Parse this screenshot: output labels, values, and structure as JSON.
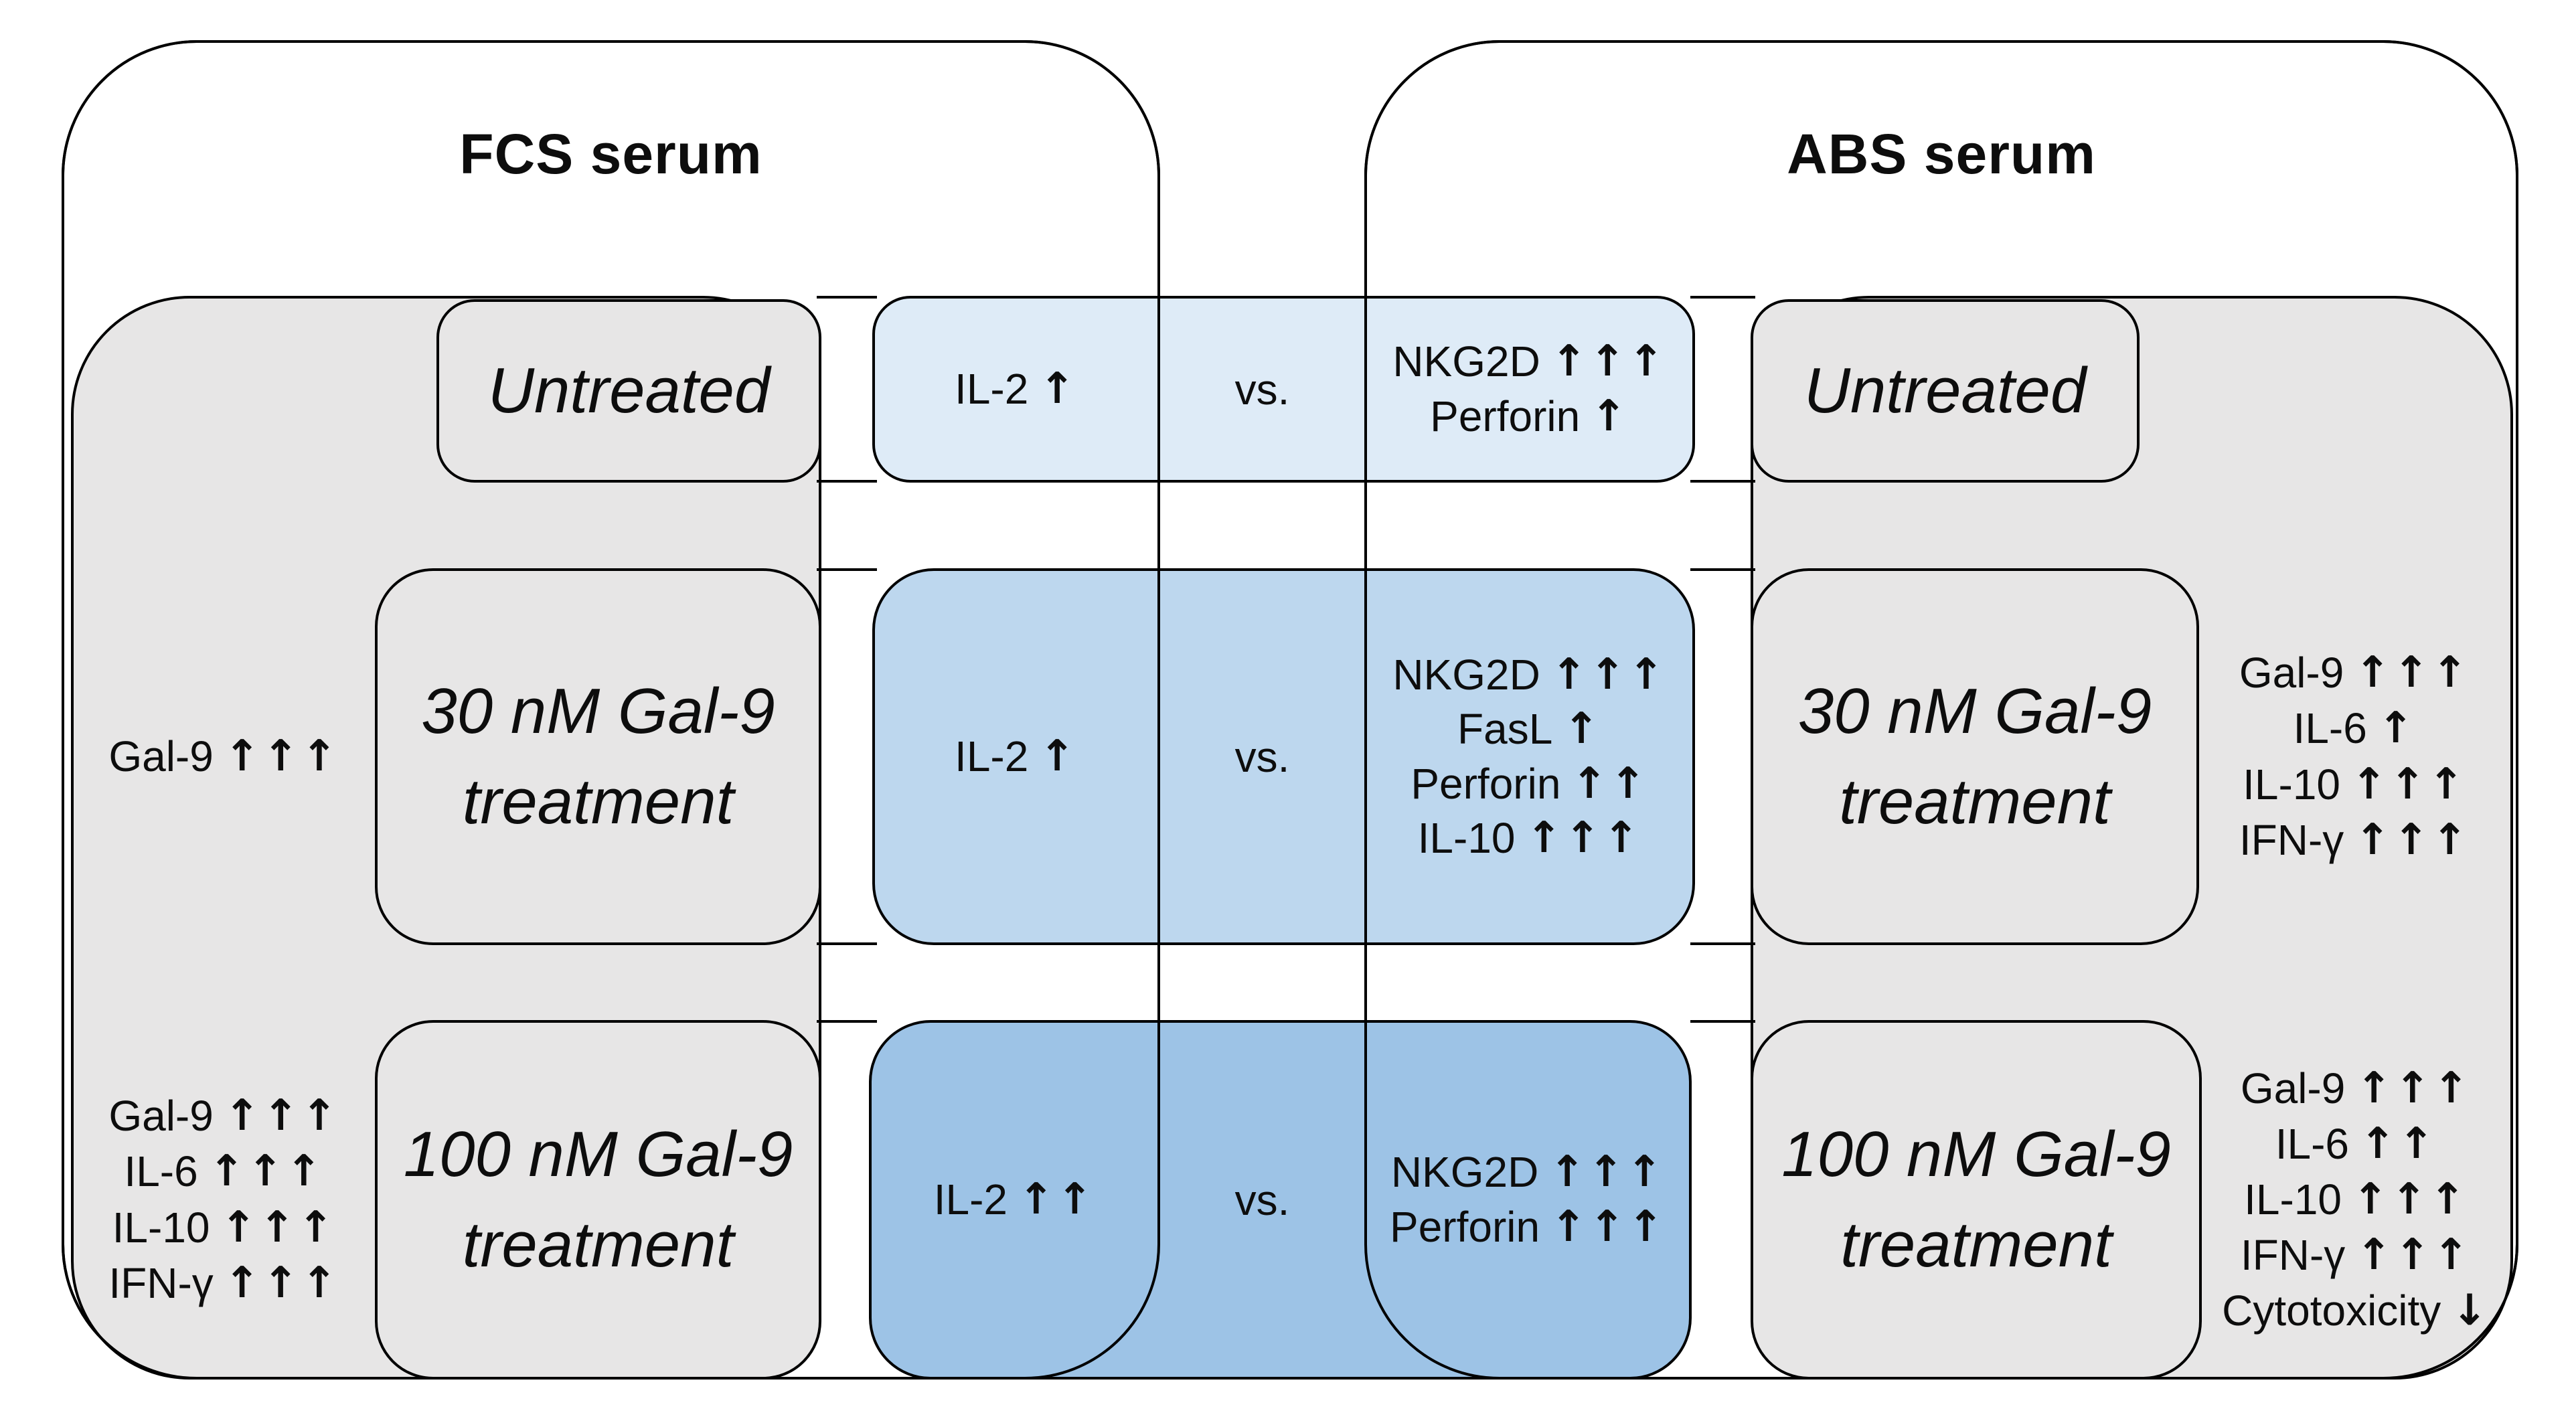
{
  "figure": {
    "left_group": {
      "title": "FCS serum"
    },
    "right_group": {
      "title": "ABS serum"
    },
    "rows": [
      {
        "left_condition": {
          "label": "Untreated"
        },
        "right_condition": {
          "label": "Untreated"
        },
        "comparison": {
          "left_markers": [
            {
              "name": "IL-2",
              "arrows": "↑"
            }
          ],
          "vs_label": "vs.",
          "right_markers": [
            {
              "name": "NKG2D",
              "arrows": "↑↑↑"
            },
            {
              "name": "Perforin",
              "arrows": "↑"
            }
          ]
        },
        "left_annotations": [],
        "right_annotations": []
      },
      {
        "left_condition": {
          "line1": "30 nM Gal-9",
          "line2": "treatment"
        },
        "right_condition": {
          "line1": "30 nM Gal-9",
          "line2": "treatment"
        },
        "comparison": {
          "left_markers": [
            {
              "name": "IL-2",
              "arrows": "↑"
            }
          ],
          "vs_label": "vs.",
          "right_markers": [
            {
              "name": "NKG2D",
              "arrows": "↑↑↑"
            },
            {
              "name": "FasL",
              "arrows": "↑"
            },
            {
              "name": "Perforin",
              "arrows": "↑↑"
            },
            {
              "name": "IL-10",
              "arrows": "↑↑↑"
            }
          ]
        },
        "left_annotations": [
          {
            "name": "Gal-9",
            "arrows": "↑↑↑"
          }
        ],
        "right_annotations": [
          {
            "name": "Gal-9",
            "arrows": "↑↑↑"
          },
          {
            "name": "IL-6",
            "arrows": "↑"
          },
          {
            "name": "IL-10",
            "arrows": "↑↑↑"
          },
          {
            "name": "IFN-γ",
            "arrows": "↑↑↑"
          }
        ]
      },
      {
        "left_condition": {
          "line1": "100 nM Gal-9",
          "line2": "treatment"
        },
        "right_condition": {
          "line1": "100 nM Gal-9",
          "line2": "treatment"
        },
        "comparison": {
          "left_markers": [
            {
              "name": "IL-2",
              "arrows": "↑↑"
            }
          ],
          "vs_label": "vs.",
          "right_markers": [
            {
              "name": "NKG2D",
              "arrows": "↑↑↑"
            },
            {
              "name": "Perforin",
              "arrows": "↑↑↑"
            }
          ]
        },
        "left_annotations": [
          {
            "name": "Gal-9",
            "arrows": "↑↑↑"
          },
          {
            "name": "IL-6",
            "arrows": "↑↑↑"
          },
          {
            "name": "IL-10",
            "arrows": "↑↑↑"
          },
          {
            "name": "IFN-γ",
            "arrows": "↑↑↑"
          }
        ],
        "right_annotations": [
          {
            "name": "Gal-9",
            "arrows": "↑↑↑"
          },
          {
            "name": "IL-6",
            "arrows": "↑↑"
          },
          {
            "name": "IL-10",
            "arrows": "↑↑↑"
          },
          {
            "name": "IFN-γ",
            "arrows": "↑↑↑"
          },
          {
            "name": "Cytotoxicity",
            "arrows": "↓"
          }
        ]
      }
    ],
    "colors": {
      "row1_fill": "#DEEBF7",
      "row2_fill": "#BDD7EE",
      "row3_fill": "#9DC3E6",
      "panel_fill": "#E7E6E6",
      "outline": "#000000",
      "background": "#FFFFFF"
    }
  }
}
